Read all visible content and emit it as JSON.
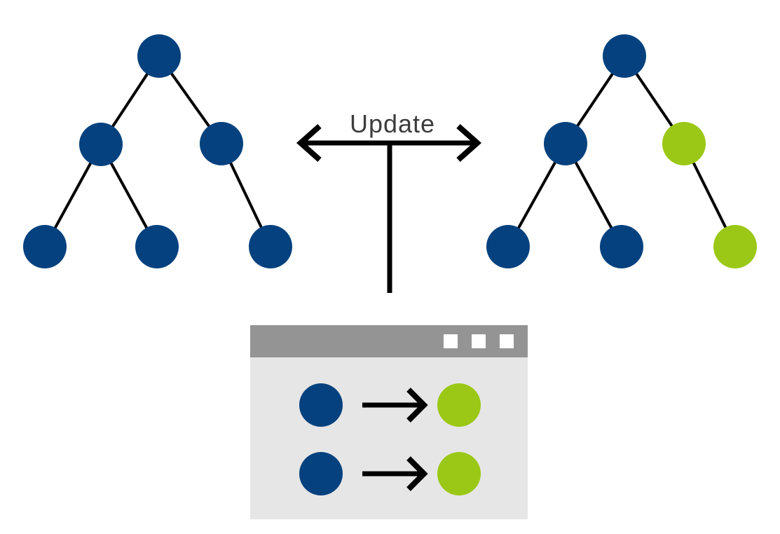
{
  "diagram": {
    "update_label": "Update"
  },
  "colors": {
    "node_unchanged": "#04417E",
    "node_updated": "#9BC816",
    "edge": "#000000",
    "arrow": "#000000",
    "update_text": "#3D3D3D",
    "window_titlebar": "#949494",
    "window_body": "#E6E6E6",
    "window_button": "#FFFFFF",
    "background": "#FFFFFF"
  },
  "trees": {
    "before": {
      "node_states": [
        "unchanged",
        "unchanged",
        "unchanged",
        "unchanged",
        "unchanged",
        "unchanged"
      ]
    },
    "after": {
      "node_states": [
        "unchanged",
        "unchanged",
        "updated",
        "unchanged",
        "unchanged",
        "updated"
      ]
    }
  },
  "browser_window": {
    "titlebar_button_count": 3,
    "rows": [
      {
        "from_state": "unchanged",
        "to_state": "updated"
      },
      {
        "from_state": "unchanged",
        "to_state": "updated"
      }
    ]
  }
}
